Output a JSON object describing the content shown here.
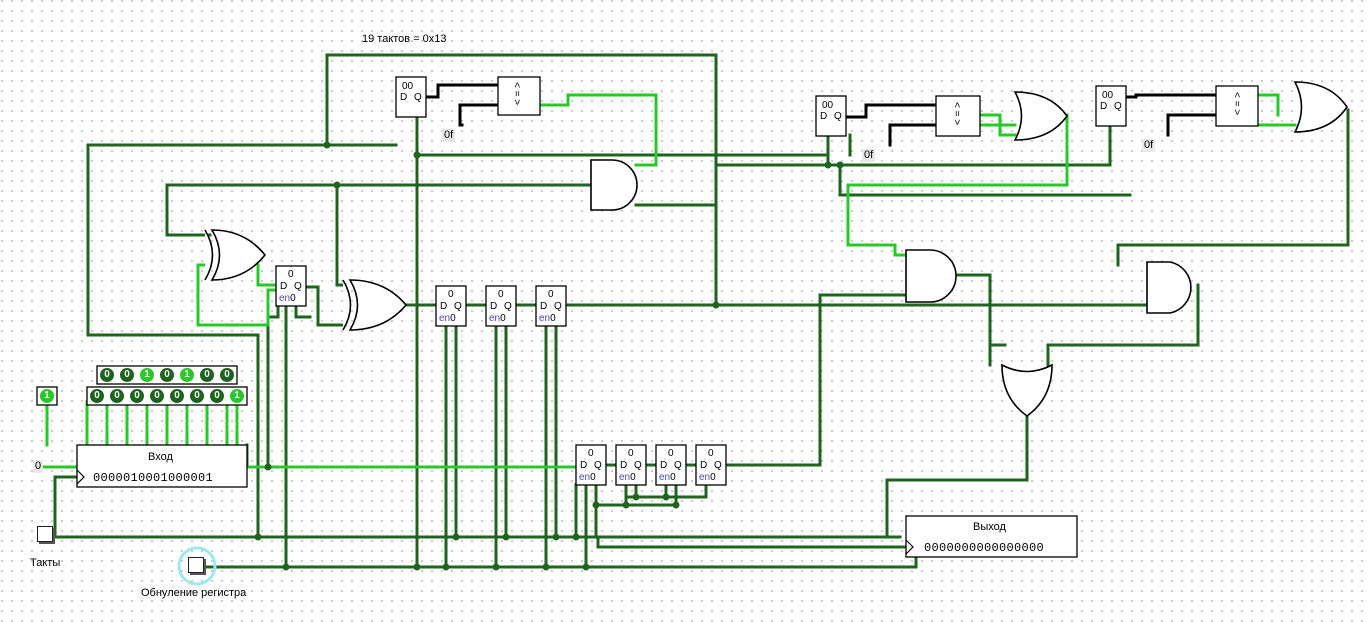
{
  "title_label": "19 тактов = 0x13",
  "colors": {
    "wire_dark": "#1e641e",
    "wire_light": "#27c827",
    "wire_bus": "#000000"
  },
  "input_register": {
    "label": "Вход",
    "value": "0000010001000001"
  },
  "output_register": {
    "label": "Выход",
    "value": "0000000000000000"
  },
  "input_const": "0",
  "enable_pin": "1",
  "top_pins": [
    "0",
    "0",
    "1",
    "0",
    "1",
    "0",
    "0"
  ],
  "bottom_pins": [
    "0",
    "0",
    "0",
    "0",
    "0",
    "0",
    "0",
    "1"
  ],
  "constants": {
    "c1": "0f",
    "c2": "0f",
    "c3": "0f"
  },
  "controls": {
    "clock_label": "Такты",
    "reset_label": "Обнуление регистра"
  },
  "counter": {
    "value": "00",
    "d": "D",
    "q": "Q"
  },
  "comparator_label": "< = >",
  "ff": {
    "value": "0",
    "d": "D",
    "q": "Q",
    "en": "en",
    "zero": "0"
  }
}
